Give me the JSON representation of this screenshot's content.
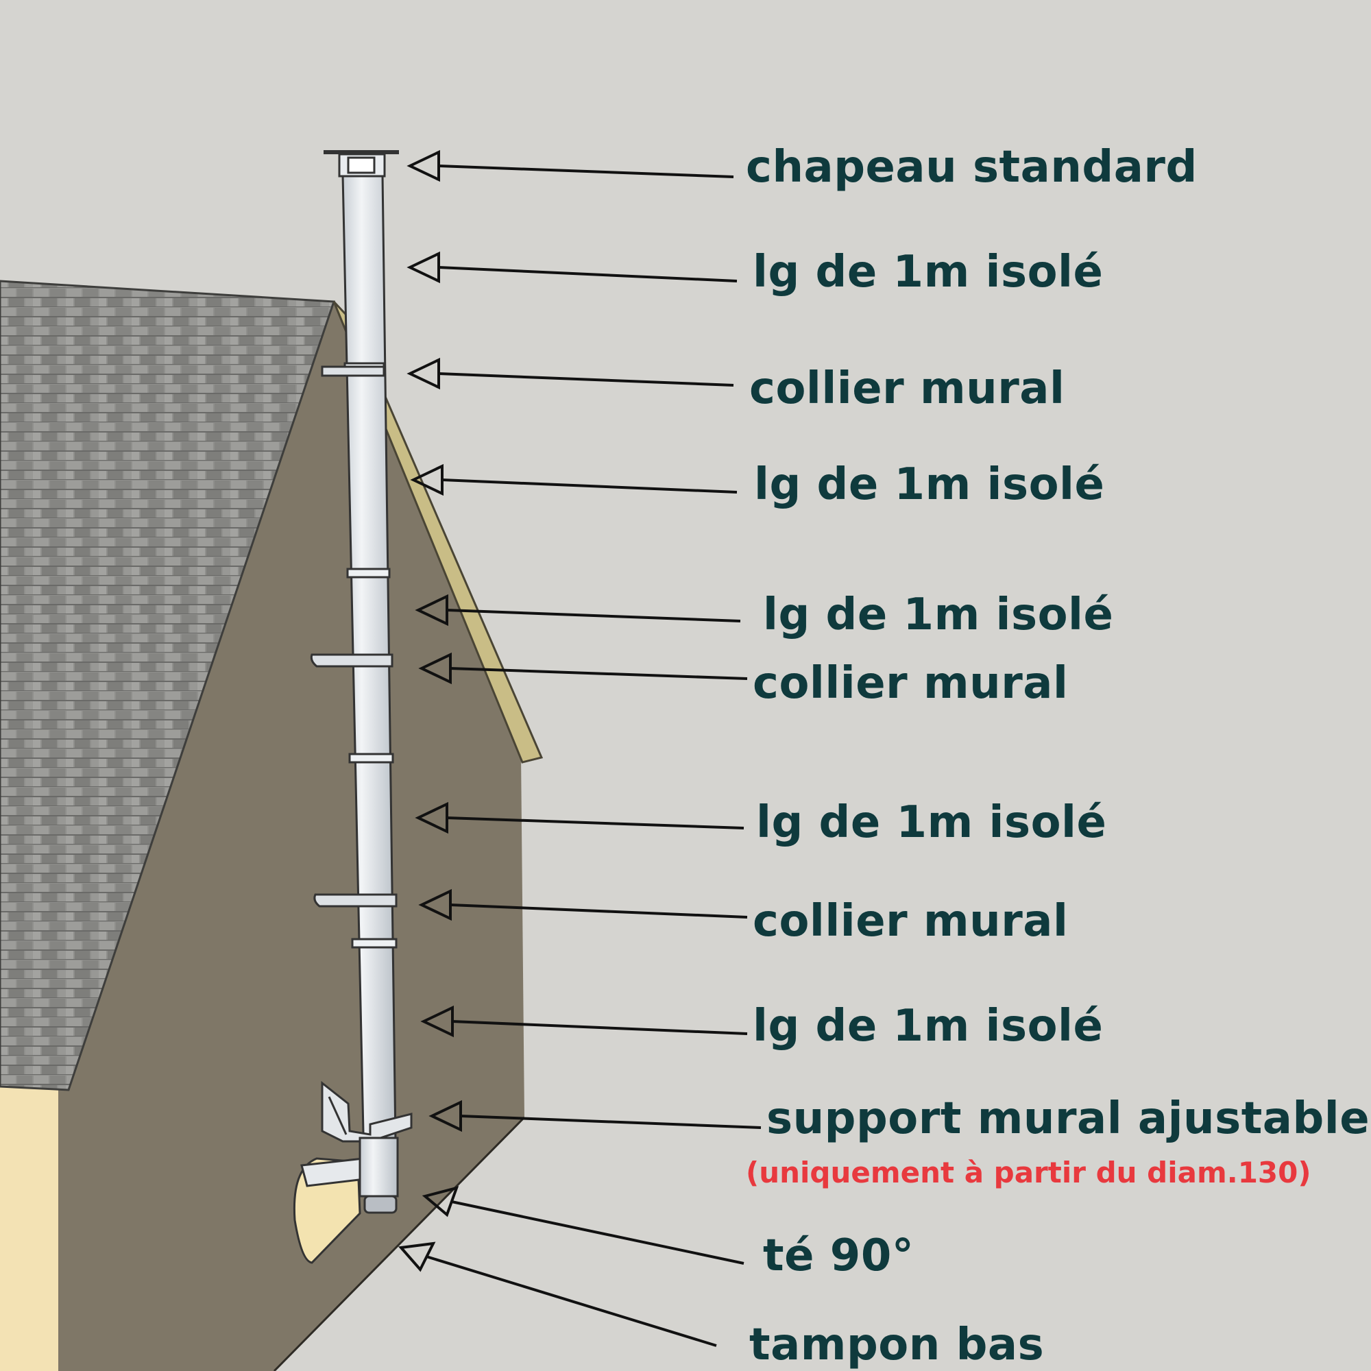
{
  "colors": {
    "background": "#d5d4d0",
    "label_text": "#0f3a3d",
    "note_text": "#e8393e",
    "wall_gable": "#7f7767",
    "roof_shingles": "#8e8e8b",
    "fascia_trim": "#c9bd86",
    "facade": "#f3e2b4",
    "pipe": "#e6e9ec",
    "leader": "#111111"
  },
  "labels": {
    "chapeau": "chapeau standard",
    "lg1": "lg de 1m isolé",
    "collier1": "collier mural",
    "lg2": "lg de 1m isolé",
    "lg3": "lg de 1m isolé",
    "collier2": "collier mural",
    "lg4": "lg de 1m isolé",
    "collier3": "collier mural",
    "lg5": "lg de 1m isolé",
    "support": "support mural ajustable",
    "support_note": "(uniquement à partir du diam.130)",
    "te": "té 90°",
    "tampon": "tampon bas"
  }
}
